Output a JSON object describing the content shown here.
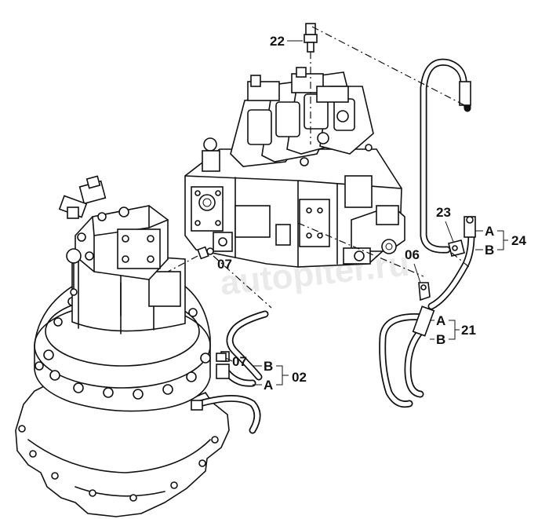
{
  "watermark": "autopiter.ru",
  "parts": {
    "p22": "22",
    "p07_upper": "07",
    "p07_lower": "07",
    "p06": "06",
    "p23": "23",
    "p24": "24",
    "p21": "21",
    "p02": "02"
  },
  "ports": {
    "a": "A",
    "b": "B"
  }
}
